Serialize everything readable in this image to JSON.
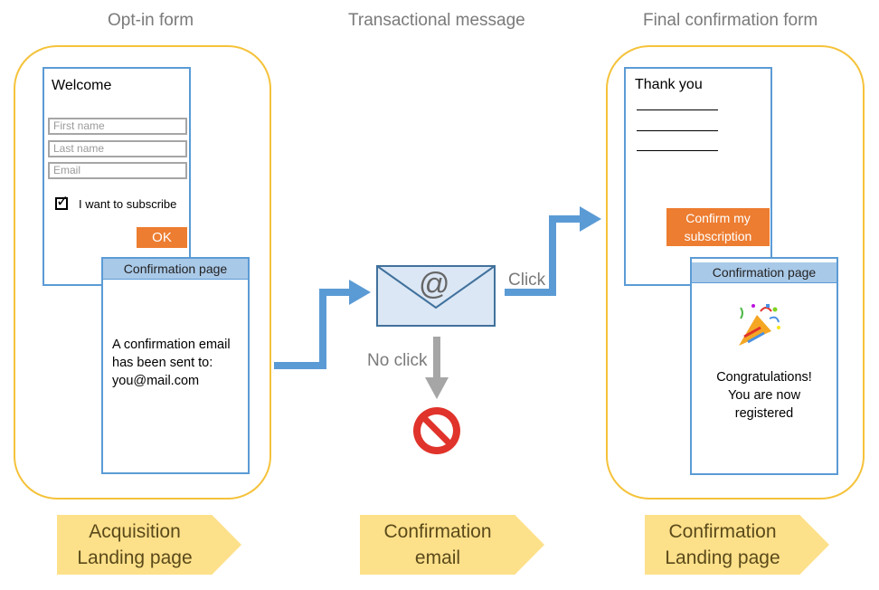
{
  "columns": {
    "optin_title": "Opt-in form",
    "transactional_title": "Transactional message",
    "final_title": "Final confirmation form"
  },
  "optin_form": {
    "heading": "Welcome",
    "first_name_placeholder": "First name",
    "last_name_placeholder": "Last name",
    "email_placeholder": "Email",
    "subscribe_label": "I want to subscribe",
    "ok_label": "OK"
  },
  "confirmation_page_1": {
    "header": "Confirmation page",
    "line1": "A confirmation email",
    "line2": "has been sent to:",
    "line3": "you@mail.com"
  },
  "email": {
    "at_symbol": "@",
    "click_label": "Click",
    "no_click_label": "No click"
  },
  "final_form": {
    "heading": "Thank you",
    "confirm_line1": "Confirm my",
    "confirm_line2": "subscription"
  },
  "confirmation_page_2": {
    "header": "Confirmation page",
    "party_icon": "party-popper-icon",
    "line1": "Congratulations!",
    "line2": "You are now",
    "line3": "registered"
  },
  "badges": {
    "acquisition_line1": "Acquisition",
    "acquisition_line2": "Landing page",
    "email_line1": "Confirmation",
    "email_line2": "email",
    "landing_line1": "Confirmation",
    "landing_line2": "Landing page"
  },
  "colors": {
    "panel_border": "#f5c23a",
    "card_border": "#5b9bd5",
    "card_header": "#a9c9e8",
    "button": "#ed7d31",
    "flow_arrow": "#5b9bd5",
    "no_click_arrow": "#a6a6a6",
    "badge": "#fde08a"
  }
}
